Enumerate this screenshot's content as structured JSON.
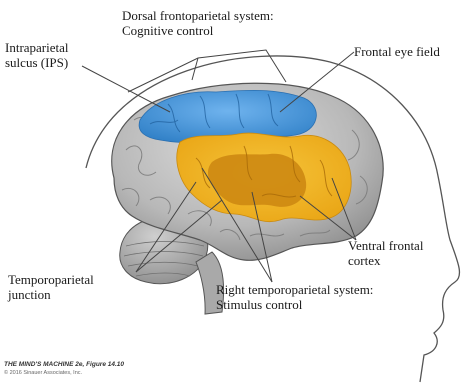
{
  "labels": {
    "dorsal_line1": "Dorsal frontoparietal system:",
    "dorsal_line2": "Cognitive control",
    "ips_line1": "Intraparietal",
    "ips_line2": "sulcus (IPS)",
    "fef": "Frontal eye field",
    "vfc_line1": "Ventral frontal",
    "vfc_line2": "cortex",
    "tpj_line1": "Temporoparietal",
    "tpj_line2": "junction",
    "ventral_line1": "Right temporoparietal system:",
    "ventral_line2": "Stimulus control"
  },
  "credit": {
    "line1": "THE MIND'S MACHINE 2e, Figure 14.10",
    "line2": "© 2016 Sinauer Associates, Inc."
  },
  "colors": {
    "dorsal_system": "#3d8fd6",
    "ventral_system": "#f2b21c",
    "ventral_system_dark": "#cf8a12",
    "brain_gray": "#b5b5b5",
    "outline": "#333333"
  },
  "icons": {
    "head": "head-silhouette-icon",
    "brain": "brain-icon"
  }
}
